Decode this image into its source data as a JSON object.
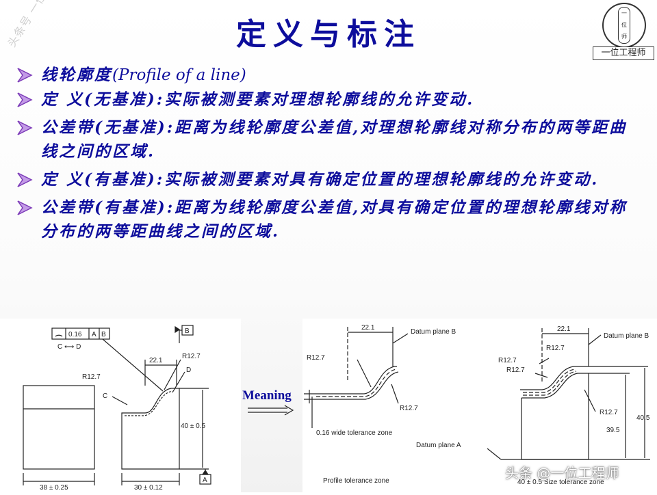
{
  "title": "定义与标注",
  "logo": {
    "inner_chars": [
      "一",
      "位",
      "师"
    ],
    "label": "一位工程师"
  },
  "watermark_diagonal": "头条号 一位工程师",
  "watermark_bottom": "头条 @一位工程师",
  "bullets": [
    {
      "cn": "线轮廓度",
      "en": "(Profile of a line)"
    },
    {
      "text": "定  义(无基准):实际被测要素对理想轮廓线的允许变动."
    },
    {
      "text": "公差带(无基准):距离为线轮廓度公差值,对理想轮廓线对称分布的两等距曲线之间的区域."
    },
    {
      "text": "定  义(有基准):实际被测要素对具有确定位置的理想轮廓线的允许变动."
    },
    {
      "text": "公差带(有基准):距离为线轮廓度公差值,对具有确定位置的理想轮廓线对称分布的两等距曲线之间的区域."
    }
  ],
  "meaning_label": "Meaning",
  "drawing_left": {
    "fcf_tol": "0.16",
    "fcf_datum_a": "A",
    "fcf_datum_b": "B",
    "between": "C ⟷ D",
    "dim_22": "22.1",
    "r_left": "R12.7",
    "r_right": "R12.7",
    "label_c": "C",
    "label_d": "D",
    "datum_b": "B",
    "datum_a": "A",
    "dim_40": "40 ± 0.5",
    "dim_38": "38 ± 0.25",
    "dim_30": "30 ± 0.12"
  },
  "drawing_right": {
    "dim_22_a": "22.1",
    "datum_plane_b_a": "Datum plane B",
    "r_a1": "R12.7",
    "r_a2": "R12.7",
    "tol_wide": "0.16 wide tolerance zone",
    "datum_plane_a": "Datum plane A",
    "profile_zone": "Profile tolerance zone",
    "dim_22_b": "22.1",
    "datum_plane_b_b": "Datum plane B",
    "r_b1": "R12.7",
    "r_b2": "R12.7",
    "r_b3": "R12.7",
    "r_b4": "R12.7",
    "dim_405": "40.5",
    "dim_395": "39.5",
    "size_zone": "40 ± 0.5 Size tolerance zone"
  }
}
